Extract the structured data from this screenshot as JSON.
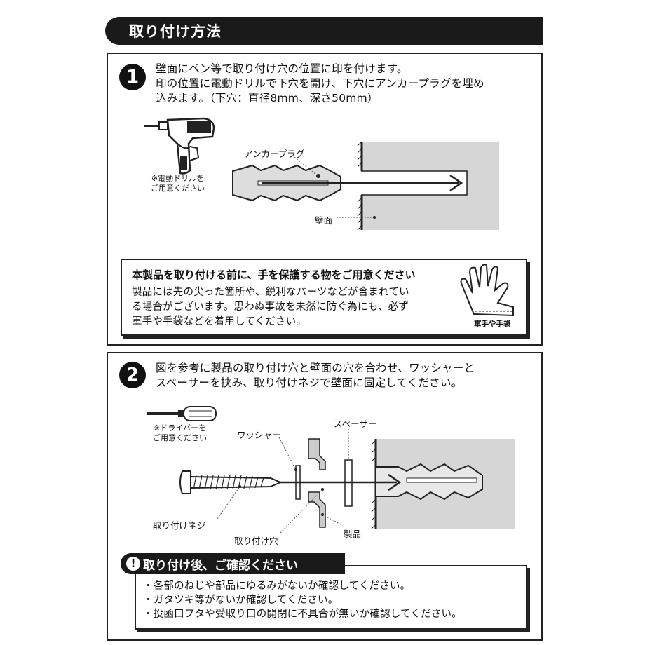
{
  "header": {
    "title": "取り付け方法"
  },
  "step1": {
    "number": "1",
    "lines": [
      "壁面にペン等で取り付け穴の位置に印を付けます。",
      "印の位置に電動ドリルで下穴を開け、下穴にアンカープラグを埋め",
      "込みます。（下穴：直径8mm、深さ50mm）"
    ],
    "drill_note": [
      "※電動ドリルを",
      "ご用意ください"
    ],
    "label_anchor": "アンカープラグ",
    "label_wall": "壁面"
  },
  "caution": {
    "title": "本製品を取り付ける前に、手を保護する物をご用意ください",
    "lines": [
      "製品には先の尖った箇所や、鋭利なパーツなどが含まれてい",
      "る場合がございます。思わぬ事故を未然に防ぐ為にも、必ず",
      "軍手や手袋などを着用してください。"
    ],
    "glove_caption": "軍手や手袋"
  },
  "step2": {
    "number": "2",
    "lines": [
      "図を参考に製品の取り付け穴と壁面の穴を合わせ、ワッシャーと",
      "スペーサーを挟み、取り付けネジで壁面に固定してください。"
    ],
    "driver_note": [
      "※ドライバーを",
      "ご用意ください"
    ],
    "label_washer": "ワッシャー",
    "label_spacer": "スペーサー",
    "label_screw": "取り付けネジ",
    "label_hole": "取り付け穴",
    "label_product": "製品"
  },
  "check": {
    "icon": "exclamation-icon",
    "icon_glyph": "!",
    "title": "取り付け後、ご確認ください",
    "items": [
      "・各部のねじや部品にゆるみがないか確認してください。",
      "・ガタツキ等がないか確認してください。",
      "・投函口フタや受取り口の開閉に不具合が無いか確認してください。"
    ]
  }
}
